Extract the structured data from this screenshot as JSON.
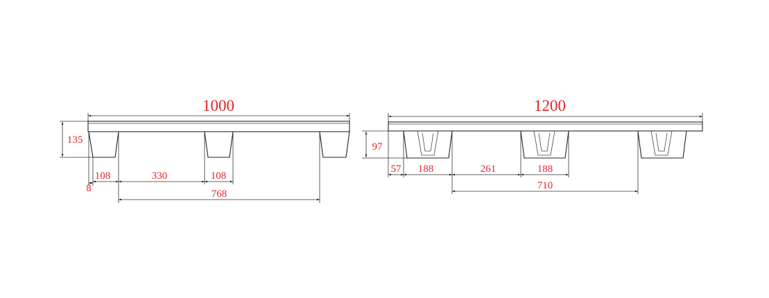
{
  "views": {
    "width_view": {
      "overall": "1000",
      "height": "135",
      "edge_offset": "8",
      "leg_left": "108",
      "gap": "330",
      "leg_mid": "108",
      "span": "768"
    },
    "length_view": {
      "overall": "1200",
      "height": "97",
      "edge_offset": "57",
      "leg_left": "188",
      "gap": "261",
      "leg_mid": "188",
      "span": "710"
    }
  },
  "colors": {
    "dimension_text": "#e0252b",
    "line": "#222222"
  }
}
